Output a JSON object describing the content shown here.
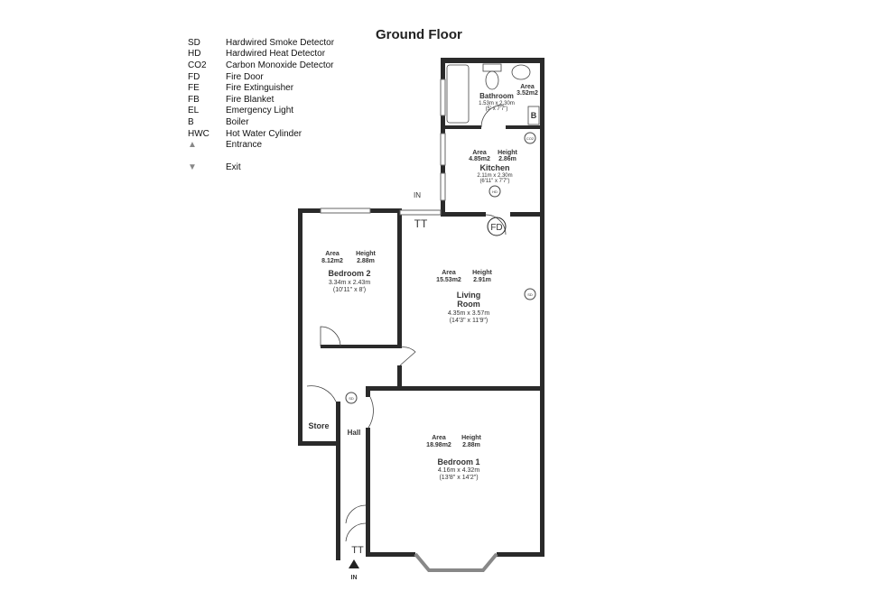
{
  "title": "Ground Floor",
  "legend": [
    {
      "code": "SD",
      "label": "Hardwired Smoke Detector"
    },
    {
      "code": "HD",
      "label": "Hardwired Heat Detector"
    },
    {
      "code": "CO2",
      "label": "Carbon Monoxide Detector"
    },
    {
      "code": "FD",
      "label": "Fire Door"
    },
    {
      "code": "FE",
      "label": "Fire Extinguisher"
    },
    {
      "code": "FB",
      "label": "Fire Blanket"
    },
    {
      "code": "EL",
      "label": "Emergency Light"
    },
    {
      "code": "B",
      "label": "Boiler"
    },
    {
      "code": "HWC",
      "label": "Hot Water Cylinder"
    },
    {
      "code": "",
      "label": "Entrance",
      "icon": "arrow-up-icon"
    },
    {
      "code": "",
      "label": "Exit",
      "icon": "arrow-down-icon"
    }
  ],
  "rooms": {
    "bathroom": {
      "name": "Bathroom",
      "dims": "1.53m x 2.30m",
      "imperial": "(5' x 7'7\")",
      "area_label": "Area",
      "area": "3.52m2"
    },
    "kitchen": {
      "name": "Kitchen",
      "dims": "2.11m x 2.30m",
      "imperial": "(6'11\" x 7'7\")",
      "area_label": "Area",
      "area": "4.85m2",
      "height_label": "Height",
      "height": "2.86m"
    },
    "bedroom2": {
      "name": "Bedroom 2",
      "dims": "3.34m x 2.43m",
      "imperial": "(10'11\" x 8')",
      "area_label": "Area",
      "area": "8.12m2",
      "height_label": "Height",
      "height": "2.88m"
    },
    "living": {
      "name1": "Living",
      "name2": "Room",
      "dims": "4.35m x 3.57m",
      "imperial": "(14'3\" x 11'9\")",
      "area_label": "Area",
      "area": "15.53m2",
      "height_label": "Height",
      "height": "2.91m"
    },
    "bedroom1": {
      "name": "Bedroom 1",
      "dims": "4.16m x 4.32m",
      "imperial": "(13'8\" x 14'2\")",
      "area_label": "Area",
      "area": "18.98m2",
      "height_label": "Height",
      "height": "2.88m"
    },
    "store": {
      "name": "Store"
    },
    "hall": {
      "name": "Hall"
    }
  },
  "markers": {
    "boiler": "B",
    "co2": "CO2",
    "hd": "HD",
    "sd": "SD",
    "fd": "FD",
    "in_top": "IN",
    "in_bottom": "IN",
    "tt": "TT"
  }
}
